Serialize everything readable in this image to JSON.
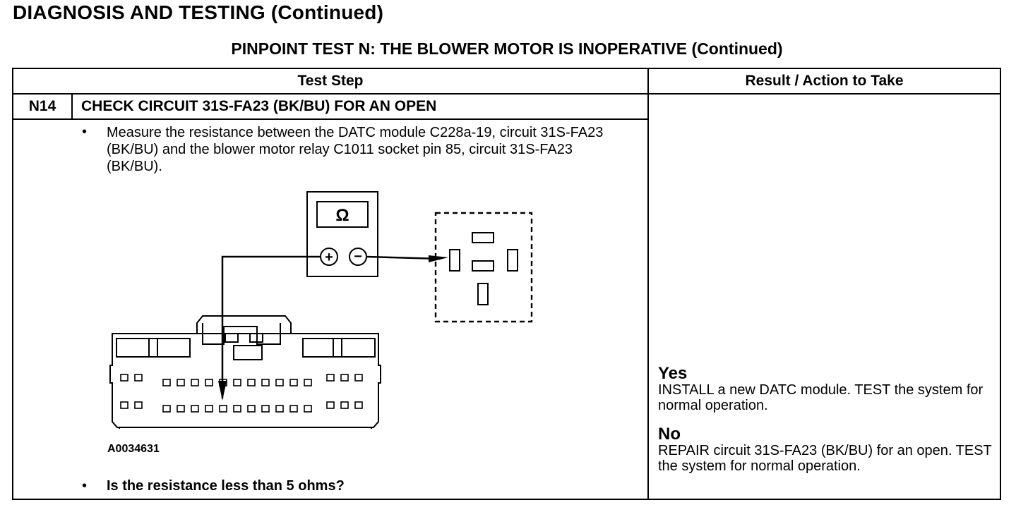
{
  "page_heading": "DIAGNOSIS AND TESTING (Continued)",
  "test_title": "PINPOINT TEST N: THE BLOWER MOTOR IS INOPERATIVE (Continued)",
  "table": {
    "col_test_step": "Test Step",
    "col_result": "Result / Action to Take"
  },
  "step": {
    "number": "N14",
    "title": "CHECK CIRCUIT 31S-FA23 (BK/BU) FOR AN OPEN",
    "bullet": "•",
    "measure_text": "Measure the resistance between the DATC module C228a-19, circuit 31S-FA23 (BK/BU) and the blower motor relay C1011 socket pin 85, circuit 31S-FA23 (BK/BU).",
    "question": "Is the resistance less than 5 ohms?"
  },
  "figure": {
    "meter_symbol": "Ω",
    "plus_symbol": "+",
    "minus_symbol": "−",
    "figure_id": "A0034631"
  },
  "results": {
    "yes_label": "Yes",
    "yes_action": "INSTALL a new DATC module. TEST the system for normal operation.",
    "no_label": "No",
    "no_action": "REPAIR circuit 31S-FA23 (BK/BU) for an open. TEST the system for normal operation."
  }
}
